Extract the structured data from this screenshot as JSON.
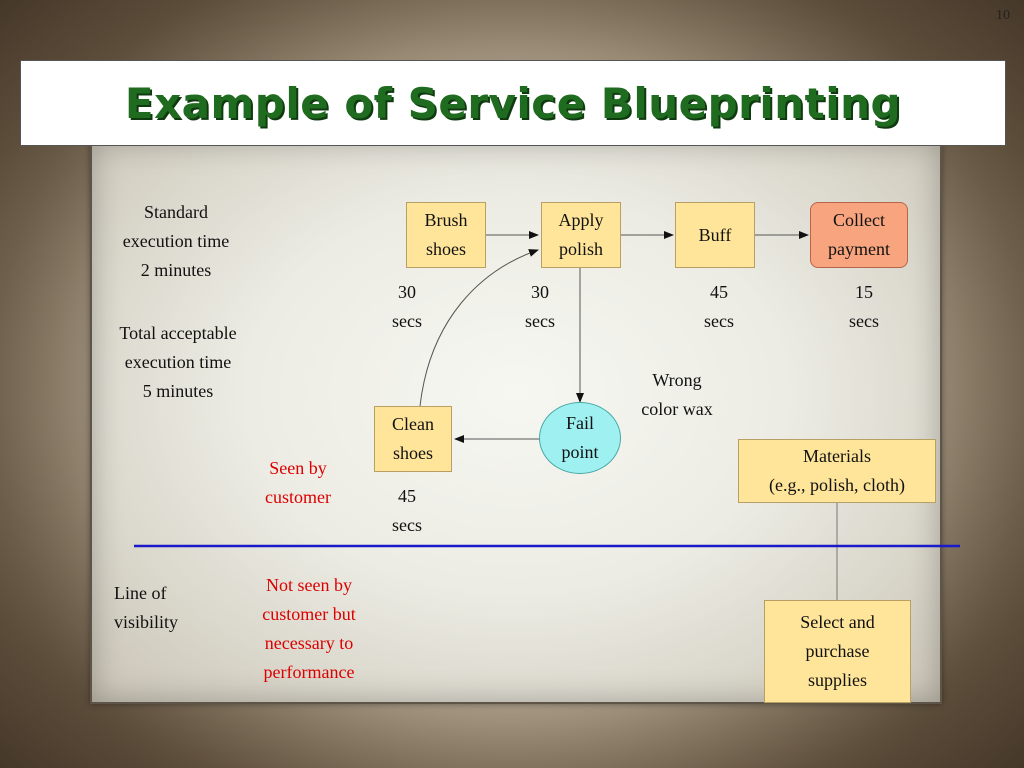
{
  "slide_number": "10",
  "title": "Example of Service Blueprinting",
  "left_notes": {
    "standard_time": [
      "Standard",
      "execution time",
      "2 minutes"
    ],
    "total_time": [
      "Total acceptable",
      "execution time",
      "5 minutes"
    ],
    "line_of_visibility": [
      "Line of",
      "visibility"
    ],
    "seen_by_customer": [
      "Seen by",
      "customer"
    ],
    "not_seen_by_customer": [
      "Not seen by",
      "customer but",
      "necessary to",
      "performance"
    ]
  },
  "nodes": {
    "brush": [
      "Brush",
      "shoes"
    ],
    "apply": [
      "Apply",
      "polish"
    ],
    "buff": [
      "Buff"
    ],
    "collect": [
      "Collect",
      "payment"
    ],
    "clean": [
      "Clean",
      "shoes"
    ],
    "fail": [
      "Fail",
      "point"
    ],
    "materials": [
      "Materials",
      "(e.g., polish, cloth)"
    ],
    "supplies": [
      "Select and",
      "purchase",
      "supplies"
    ]
  },
  "times": {
    "brush": [
      "30",
      "secs"
    ],
    "apply": [
      "30",
      "secs"
    ],
    "buff": [
      "45",
      "secs"
    ],
    "collect": [
      "15",
      "secs"
    ],
    "clean": [
      "45",
      "secs"
    ]
  },
  "fail_note": [
    "Wrong",
    "color wax"
  ],
  "colors": {
    "title_green": "#1f6b1f",
    "node_yellow": "#ffe599",
    "node_salmon": "#f8a57f",
    "node_cyan": "#9ff0f0",
    "visibility_line": "#1a1ac8",
    "red_text": "#dd0000"
  }
}
